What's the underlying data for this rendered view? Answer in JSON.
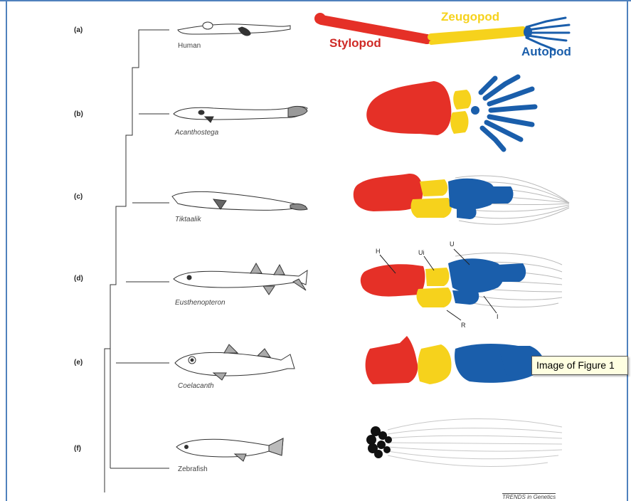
{
  "figure": {
    "taxa": [
      {
        "letter": "(a)",
        "name": "Human"
      },
      {
        "letter": "(b)",
        "name": "Acanthostega"
      },
      {
        "letter": "(c)",
        "name": "Tiktaalik"
      },
      {
        "letter": "(d)",
        "name": "Eusthenopteron"
      },
      {
        "letter": "(e)",
        "name": "Coelacanth"
      },
      {
        "letter": "(f)",
        "name": "Zebrafish"
      }
    ],
    "limb_labels": {
      "stylopod": "Stylopod",
      "zeugopod": "Zeugopod",
      "autopod": "Autopod"
    },
    "bone_labels": {
      "h": "H",
      "u": "U",
      "ui": "Ui",
      "r": "R",
      "i": "I"
    },
    "colors": {
      "stylopod": "#e53027",
      "zeugopod": "#f6d21c",
      "autopod": "#1a5eab",
      "fin_rays": "#b9b9b9",
      "tree": "#333333"
    },
    "footer": "TRENDS in Genetics"
  },
  "tooltip": {
    "text": "Image of Figure 1"
  }
}
